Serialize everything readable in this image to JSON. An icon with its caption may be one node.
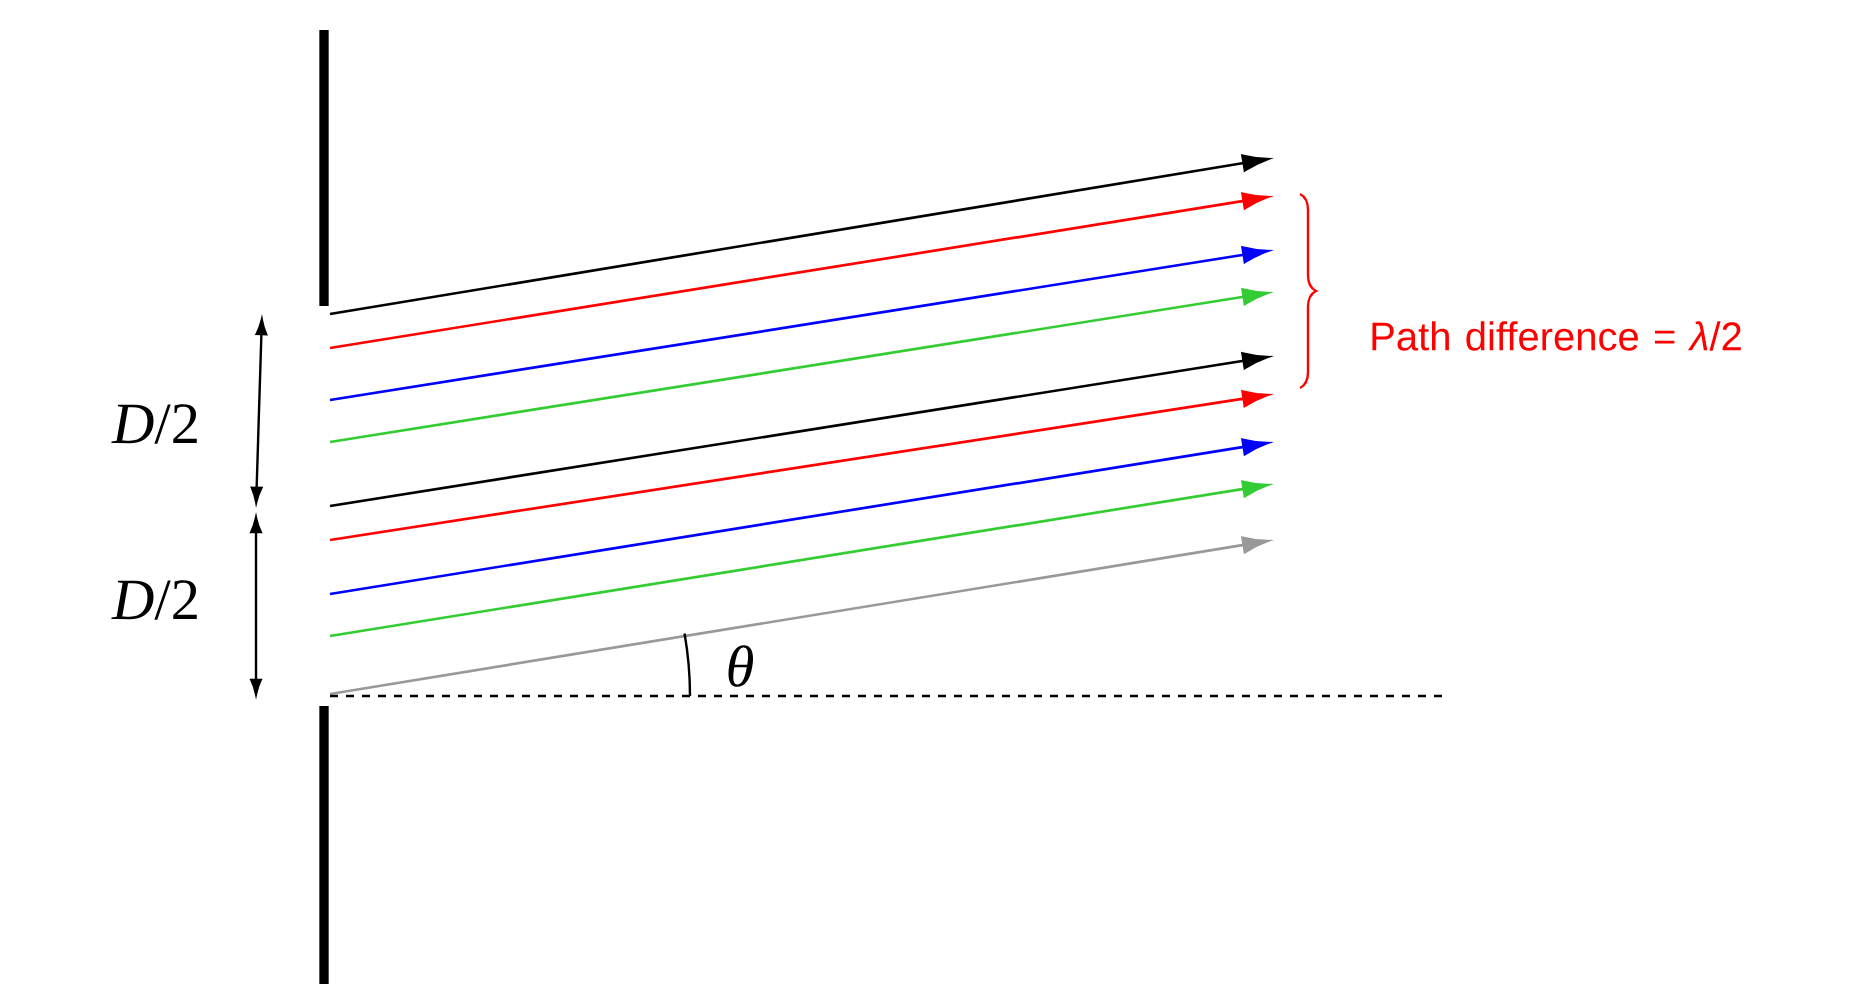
{
  "diagram": {
    "labels": [
      "Path difference = *λ*/2",
      "*D*/2",
      "*D*/2",
      "θ"
    ]
  }
}
